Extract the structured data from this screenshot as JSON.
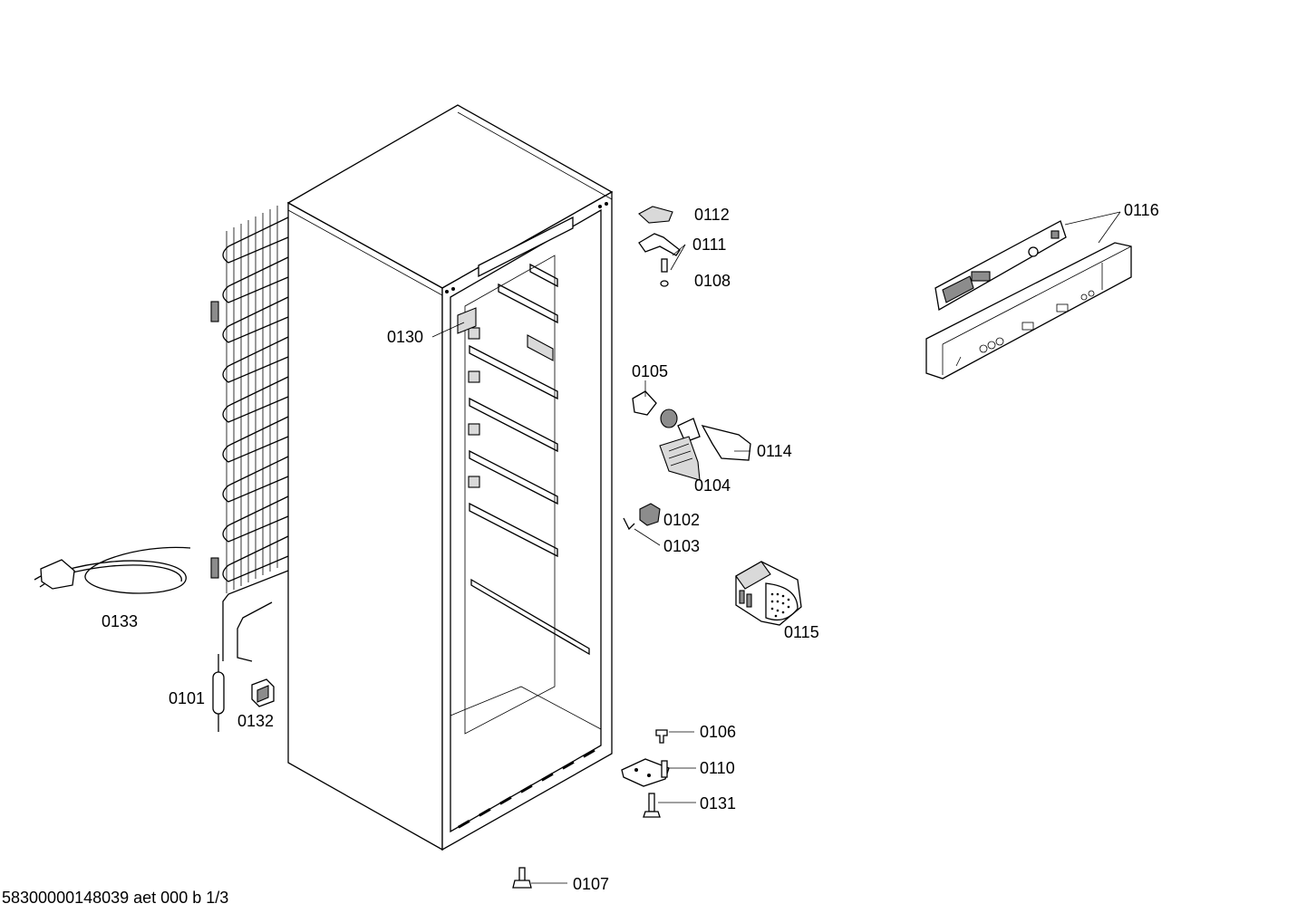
{
  "document_code": "58300000148039 aet 000 b 1/3",
  "parts": {
    "p0101": "0101",
    "p0102": "0102",
    "p0103": "0103",
    "p0104": "0104",
    "p0105": "0105",
    "p0106": "0106",
    "p0107": "0107",
    "p0108": "0108",
    "p0110": "0110",
    "p0111": "0111",
    "p0112": "0112",
    "p0114": "0114",
    "p0115": "0115",
    "p0116": "0116",
    "p0130": "0130",
    "p0131": "0131",
    "p0132": "0132",
    "p0133": "0133"
  }
}
